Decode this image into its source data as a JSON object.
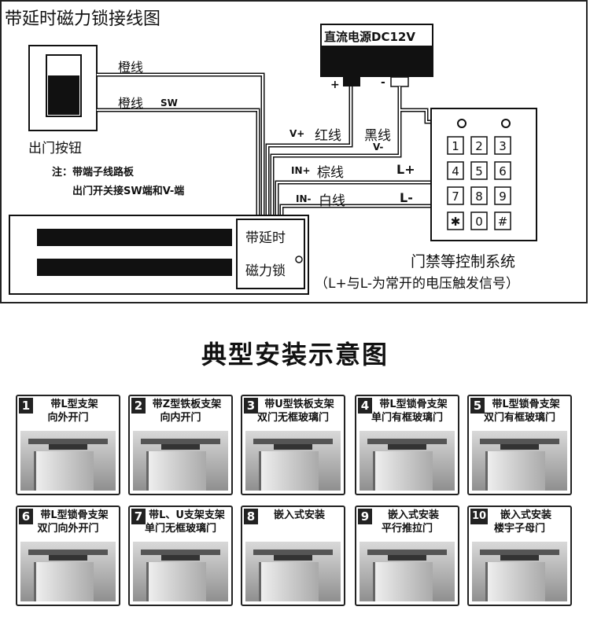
{
  "wiring": {
    "title": "带延时磁力锁接线图",
    "power_supply": "直流电源DC12V",
    "plus": "+",
    "minus": "-",
    "wire_orange": "橙线",
    "wire_orange2": "橙线",
    "sw": "SW",
    "exit_button": "出门按钮",
    "note_line1": "注：带端子线路板",
    "note_line2": "出门开关接SW端和V-端",
    "v_plus": "V+",
    "red_wire": "红线",
    "black_wire": "黑线",
    "v_minus": "V-",
    "in_plus": "IN+",
    "brown_wire": "棕线",
    "l_plus": "L+",
    "in_minus": "IN-",
    "white_wire": "白线",
    "l_minus": "L-",
    "lock_label_1": "带延时",
    "lock_label_2": "磁力锁",
    "keypad": [
      "1",
      "2",
      "3",
      "4",
      "5",
      "6",
      "7",
      "8",
      "9",
      "✱",
      "0",
      "#"
    ],
    "access_system": "门禁等控制系统",
    "access_note": "（L+与L-为常开的电压触发信号）"
  },
  "install": {
    "title": "典型安装示意图",
    "cards": [
      {
        "num": "1",
        "line1": "带L型支架",
        "line2": "向外开门"
      },
      {
        "num": "2",
        "line1": "带Z型铁板支架",
        "line2": "向内开门"
      },
      {
        "num": "3",
        "line1": "带U型铁板支架",
        "line2": "双门无框玻璃门"
      },
      {
        "num": "4",
        "line1": "带L型锁骨支架",
        "line2": "单门有框玻璃门"
      },
      {
        "num": "5",
        "line1": "带L型锁骨支架",
        "line2": "双门有框玻璃门"
      },
      {
        "num": "6",
        "line1": "带L型锁骨支架",
        "line2": "双门向外开门"
      },
      {
        "num": "7",
        "line1": "带L、U支架支架",
        "line2": "单门无框玻璃门"
      },
      {
        "num": "8",
        "line1": "嵌入式安装",
        "line2": ""
      },
      {
        "num": "9",
        "line1": "嵌入式安装",
        "line2": "平行推拉门"
      },
      {
        "num": "10",
        "line1": "嵌入式安装",
        "line2": "楼宇子母门"
      }
    ]
  }
}
